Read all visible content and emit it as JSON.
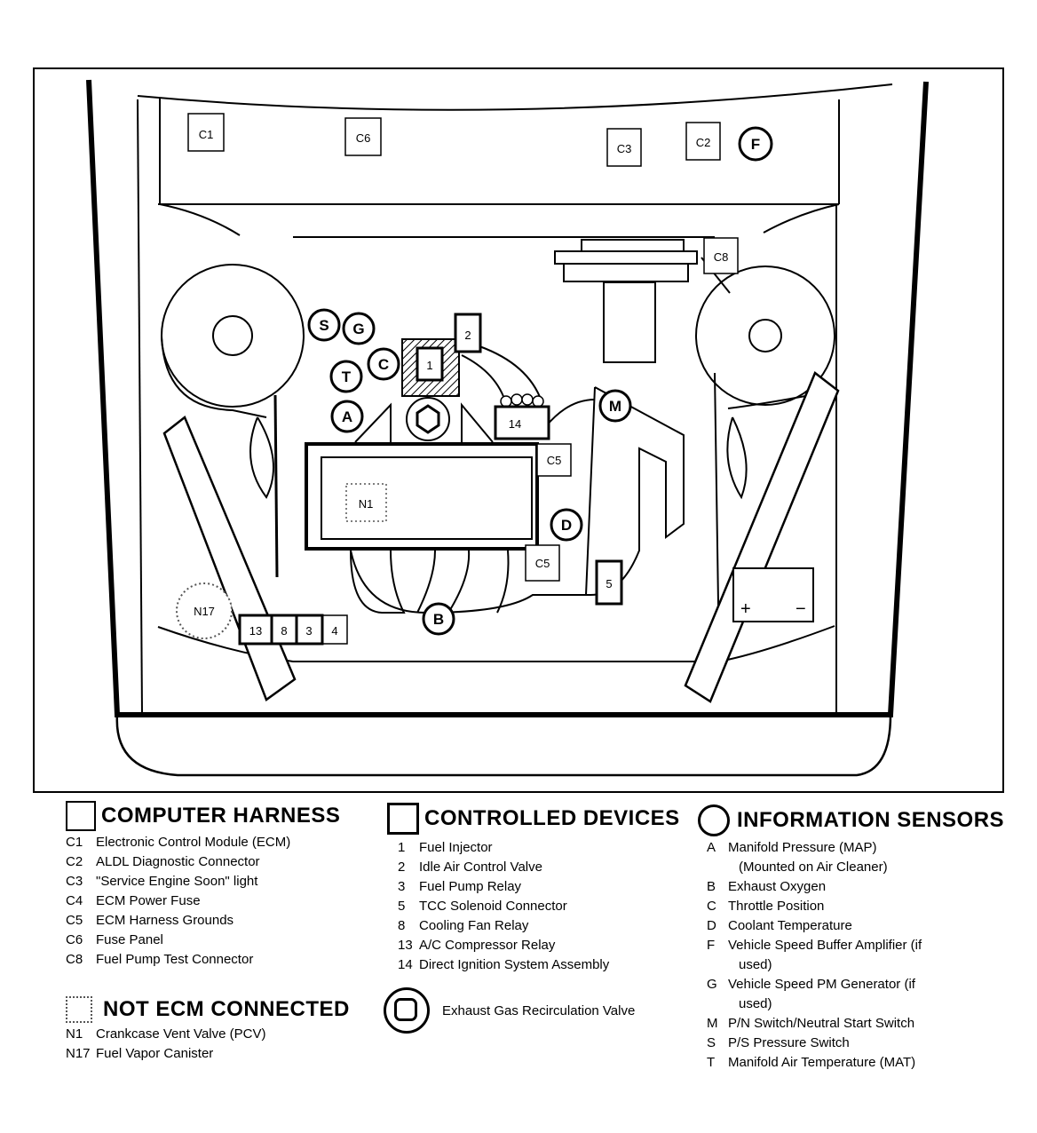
{
  "diagram": {
    "computer_harness_boxes": {
      "C1": "C1",
      "C6": "C6",
      "C3": "C3",
      "C2": "C2",
      "C8": "C8",
      "C5a": "C5",
      "C5b": "C5",
      "C4": "4"
    },
    "controlled_devices": {
      "d1": "1",
      "d2": "2",
      "d14": "14",
      "d13": "13",
      "d8": "8",
      "d3": "3",
      "d5": "5"
    },
    "sensors": {
      "F": "F",
      "S": "S",
      "G": "G",
      "T": "T",
      "C": "C",
      "A": "A",
      "M": "M",
      "D": "D",
      "B": "B"
    },
    "not_ecm": {
      "N1": "N1",
      "N17": "N17"
    },
    "battery": {
      "plus": "+",
      "minus": "−"
    }
  },
  "legend": {
    "computer_harness": {
      "title": "COMPUTER HARNESS",
      "items": [
        {
          "code": "C1",
          "text": "Electronic Control Module (ECM)"
        },
        {
          "code": "C2",
          "text": "ALDL Diagnostic Connector"
        },
        {
          "code": "C3",
          "text": "\"Service Engine Soon\" light"
        },
        {
          "code": "C4",
          "text": "ECM Power Fuse"
        },
        {
          "code": "C5",
          "text": "ECM Harness Grounds"
        },
        {
          "code": "C6",
          "text": "Fuse Panel"
        },
        {
          "code": "C8",
          "text": "Fuel Pump Test Connector"
        }
      ]
    },
    "not_ecm_connected": {
      "title": "NOT ECM CONNECTED",
      "items": [
        {
          "code": "N1",
          "text": "Crankcase Vent Valve (PCV)"
        },
        {
          "code": "N17",
          "text": "Fuel Vapor Canister"
        }
      ]
    },
    "controlled_devices": {
      "title": "CONTROLLED DEVICES",
      "items": [
        {
          "code": "1",
          "text": "Fuel Injector"
        },
        {
          "code": "2",
          "text": "Idle Air Control Valve"
        },
        {
          "code": "3",
          "text": "Fuel Pump Relay"
        },
        {
          "code": "5",
          "text": "TCC Solenoid Connector"
        },
        {
          "code": "8",
          "text": "Cooling Fan Relay"
        },
        {
          "code": "13",
          "text": "A/C Compressor Relay"
        },
        {
          "code": "14",
          "text": "Direct Ignition System Assembly"
        }
      ]
    },
    "egr": {
      "text": "Exhaust Gas Recirculation Valve"
    },
    "information_sensors": {
      "title": "INFORMATION SENSORS",
      "items": [
        {
          "code": "A",
          "text": "Manifold Pressure (MAP)"
        },
        {
          "code": "",
          "text": "(Mounted on Air Cleaner)"
        },
        {
          "code": "B",
          "text": "Exhaust Oxygen"
        },
        {
          "code": "C",
          "text": "Throttle Position"
        },
        {
          "code": "D",
          "text": "Coolant Temperature"
        },
        {
          "code": "F",
          "text": "Vehicle Speed Buffer Amplifier (if"
        },
        {
          "code": "",
          "text": "used)"
        },
        {
          "code": "G",
          "text": "Vehicle Speed PM Generator (if"
        },
        {
          "code": "",
          "text": "used)"
        },
        {
          "code": "M",
          "text": "P/N Switch/Neutral Start Switch"
        },
        {
          "code": "S",
          "text": "P/S Pressure Switch"
        },
        {
          "code": "T",
          "text": "Manifold Air Temperature (MAT)"
        }
      ]
    }
  }
}
